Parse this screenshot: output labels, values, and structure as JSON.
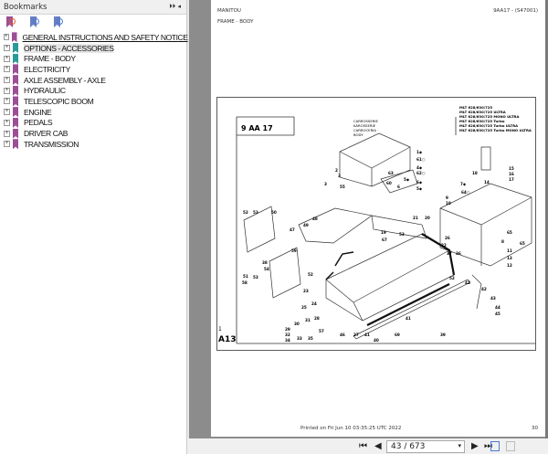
{
  "sidebar": {
    "title": "Bookmarks",
    "controls": "⏵⏵ ◂",
    "tools": [
      "add-bookmark-icon",
      "bookmark-options-icon",
      "bookmark-expand-icon"
    ],
    "items": [
      {
        "label": "GENERAL INSTRUCTIONS AND SAFETY NOTICE",
        "color": "#9b4f96"
      },
      {
        "label": "OPTIONS - ACCESSORIES",
        "color": "#2a9a9a"
      },
      {
        "label": "FRAME - BODY",
        "color": "#2a9a9a"
      },
      {
        "label": "ELECTRICITY",
        "color": "#9b4f96"
      },
      {
        "label": "AXLE ASSEMBLY - AXLE",
        "color": "#9b4f96"
      },
      {
        "label": "HYDRAULIC",
        "color": "#9b4f96"
      },
      {
        "label": "TELESCOPIC BOOM",
        "color": "#9b4f96"
      },
      {
        "label": "ENGINE",
        "color": "#9b4f96"
      },
      {
        "label": "PEDALS",
        "color": "#9b4f96"
      },
      {
        "label": "DRIVER CAB",
        "color": "#9b4f96"
      },
      {
        "label": "TRANSMISSION",
        "color": "#9b4f96"
      }
    ]
  },
  "page": {
    "brand": "MANITOU",
    "ref": "9AA17 - (S47001)",
    "section": "FRAME - BODY",
    "printed": "Printed on  Fri Jun 10 03:35:25 UTC 2022",
    "number": "30",
    "diagram": {
      "code": "9 AA 17",
      "titles": [
        "CARROSSERIE",
        "KAROSSERIE",
        "CARROCERIA",
        "BODY"
      ],
      "models": [
        "MLT 628/630/725",
        "MLT 628/630/725 ULTRA",
        "MLT 628/630/725 MONO ULTRA",
        "MLT 628/630/725 Turbo",
        "MLT 628/630/725 Turbo ULTRA",
        "MLT 628/630/725 Turbo MONO ULTRA"
      ],
      "sheet": "1",
      "plate": "A13",
      "callouts": [
        "2",
        "3",
        "3",
        "55",
        "1◆",
        "61○",
        "4◆",
        "62○",
        "63",
        "5◆",
        "60",
        "6",
        "6◆",
        "5◆",
        "7◆",
        "64○",
        "15",
        "16",
        "17",
        "18",
        "14",
        "9",
        "10",
        "52",
        "53",
        "50",
        "48",
        "49",
        "47",
        "59",
        "21",
        "20",
        "19",
        "67",
        "26",
        "22",
        "37",
        "36",
        "38",
        "54",
        "53",
        "52",
        "51",
        "58",
        "52",
        "53",
        "23",
        "24",
        "25",
        "28",
        "30",
        "31",
        "29",
        "32",
        "34",
        "33",
        "35",
        "57",
        "46",
        "27",
        "41",
        "40",
        "41",
        "69",
        "39",
        "43",
        "44",
        "45",
        "42",
        "41",
        "8",
        "11",
        "13",
        "12",
        "65",
        "65"
      ]
    }
  },
  "toolbar": {
    "page_value": "43 / 673",
    "first": "⏮",
    "prev": "◀",
    "next": "▶",
    "last": "⏭"
  }
}
